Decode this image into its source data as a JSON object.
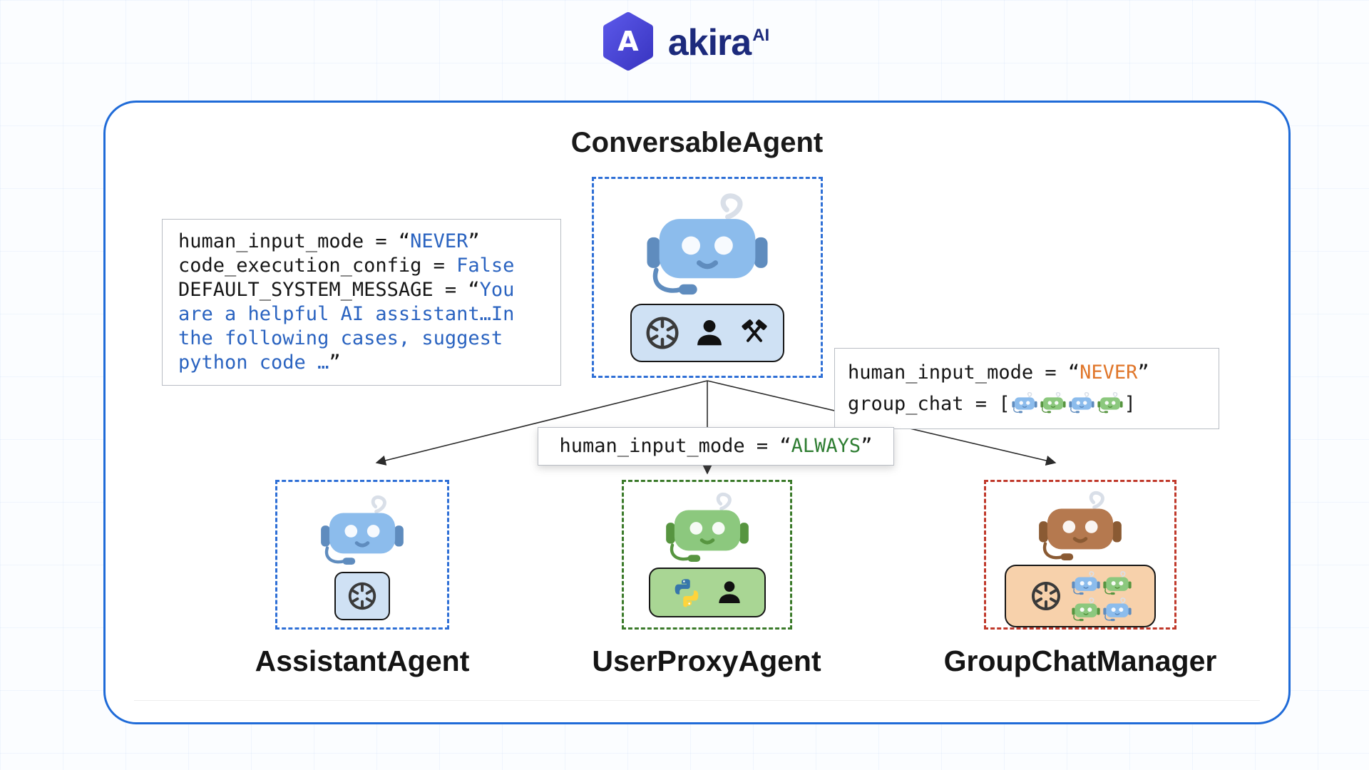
{
  "brand": {
    "name": "akira",
    "sup": "AI",
    "initial": "A"
  },
  "colors": {
    "card_border": "#1f6bd8",
    "assistant_border": "#2e6fd6",
    "user_proxy_border": "#3b7a2a",
    "group_chat_border": "#c0392b",
    "code_string_blue": "#2a63c0",
    "code_string_orange": "#e0762a",
    "code_string_green": "#2e7d32",
    "brand_navy": "#1c2a7c",
    "brand_indigo": "#4a46d8"
  },
  "root": {
    "title": "ConversableAgent"
  },
  "left_code": {
    "line1_key": "human_input_mode = “",
    "line1_val": "NEVER",
    "line1_close": "”",
    "line2_key": "code_execution_config = ",
    "line2_val": "False",
    "line3_key": "DEFAULT_SYSTEM_MESSAGE = “",
    "line3_val": "You are a helpful AI assistant…In the following cases, suggest python code …",
    "line3_close": "”"
  },
  "mid_code": {
    "key": "human_input_mode = “",
    "val": "ALWAYS",
    "close": "”"
  },
  "right_code": {
    "line1_key": "human_input_mode = “",
    "line1_val": "NEVER",
    "line1_close": "”",
    "line2_key": "group_chat = [",
    "line2_close": "]",
    "robots": [
      "blue",
      "green",
      "blue",
      "green"
    ]
  },
  "agents": {
    "root": {
      "label": "ConversableAgent",
      "robot_color": "blue"
    },
    "assistant": {
      "label": "AssistantAgent",
      "robot_color": "blue"
    },
    "user_proxy": {
      "label": "UserProxyAgent",
      "robot_color": "green"
    },
    "group_chat": {
      "label": "GroupChatManager",
      "robot_color": "brown",
      "badge_robots": [
        "blue",
        "green",
        "green",
        "blue"
      ]
    }
  },
  "icons": {
    "brand": "akira-hexagon-logo",
    "openai": "openai-logo",
    "person": "person-icon",
    "tools": "crossed-hammers-icon",
    "python": "python-logo",
    "robot": "robot-icon"
  }
}
